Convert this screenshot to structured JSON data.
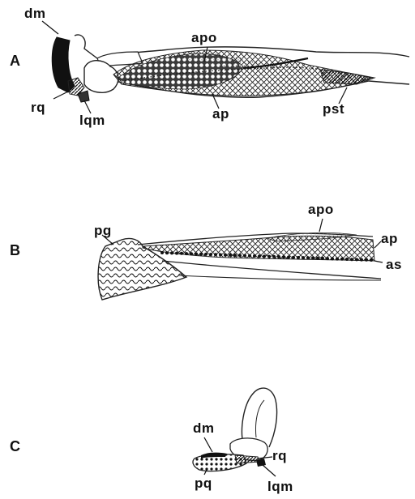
{
  "panels": [
    {
      "id": "A",
      "labels": [
        "dm",
        "apo",
        "rq",
        "lqm",
        "ap",
        "pst"
      ]
    },
    {
      "id": "B",
      "labels": [
        "apo",
        "pg",
        "ap",
        "as"
      ]
    },
    {
      "id": "C",
      "labels": [
        "dm",
        "rq",
        "pq",
        "lqm"
      ]
    }
  ],
  "colors": {
    "ink": "#111111",
    "background": "#ffffff"
  }
}
